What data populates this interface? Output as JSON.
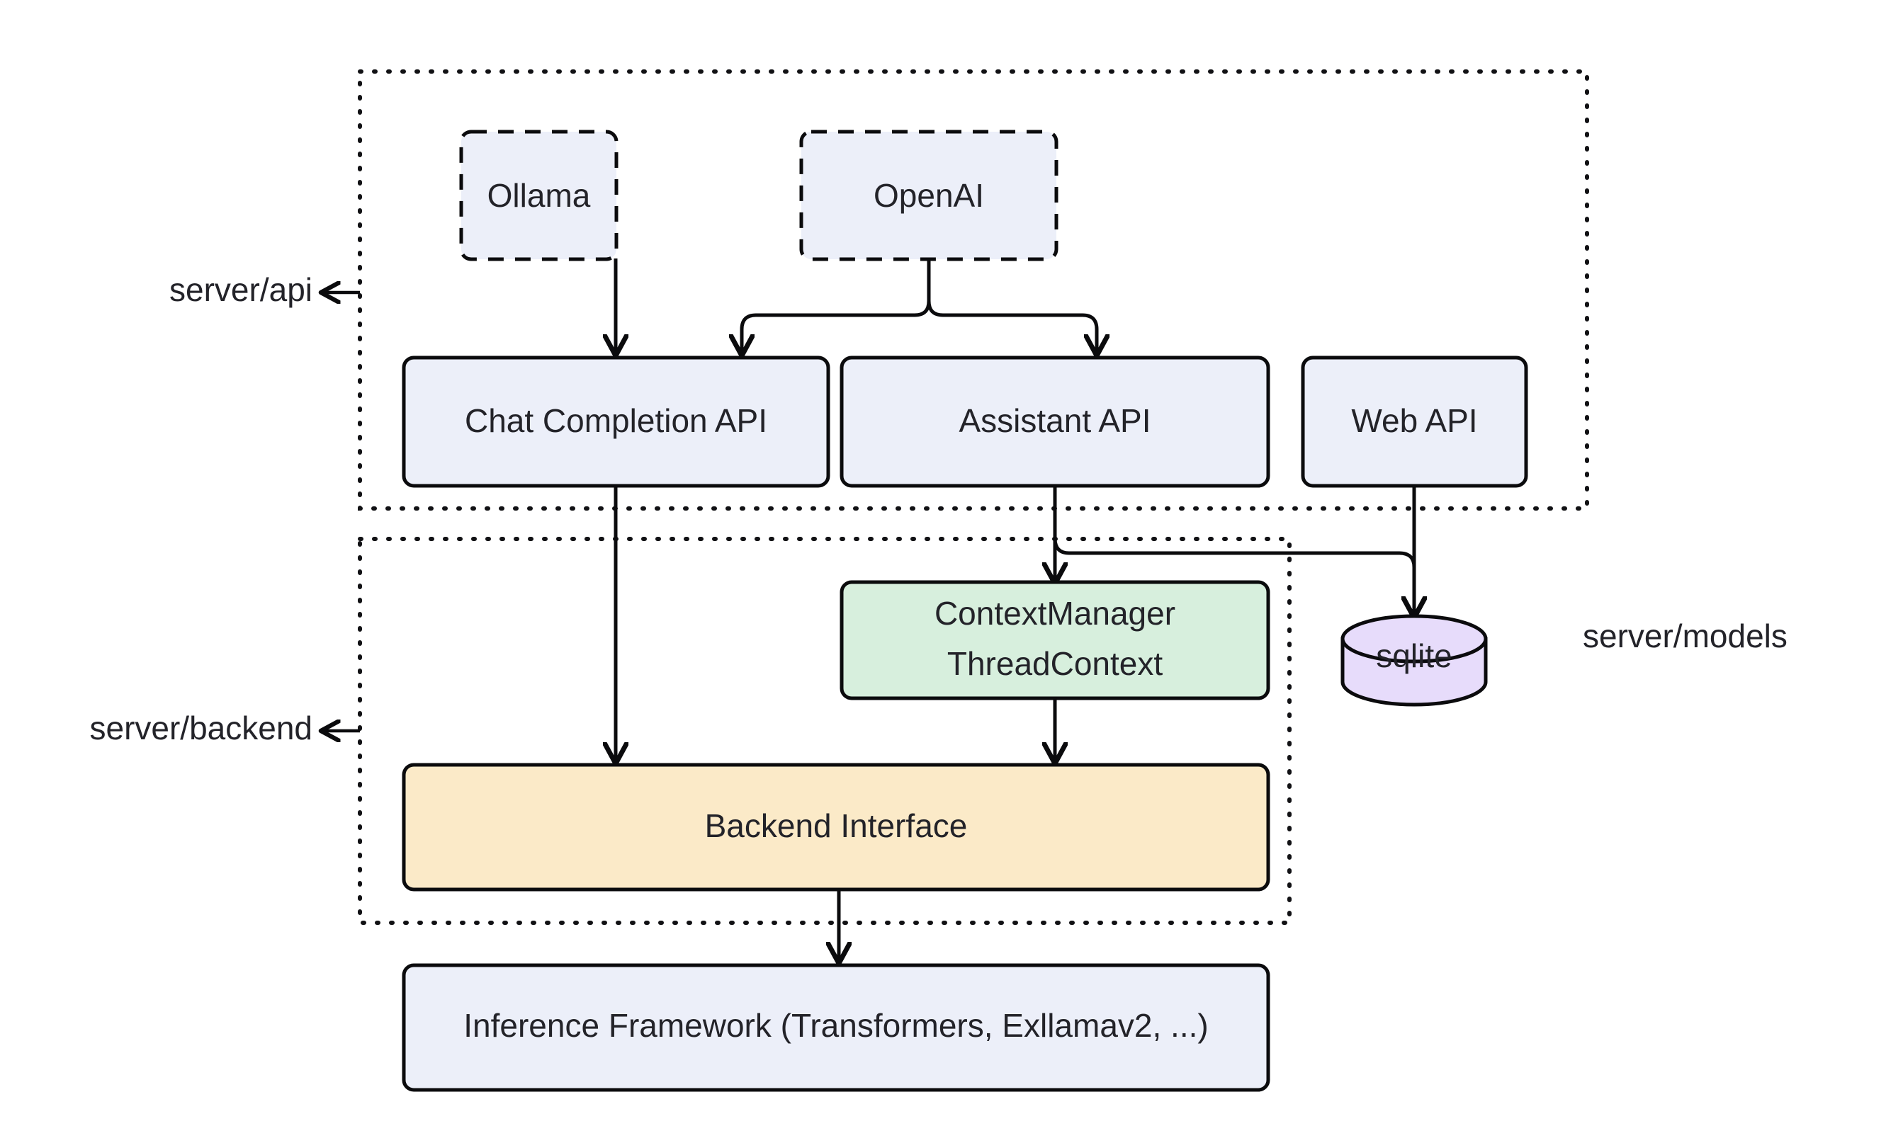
{
  "diagram": {
    "type": "architecture-flowchart",
    "background": "#ffffff",
    "palette": {
      "blue_fill": "#eceff9",
      "green_fill": "#d7efdd",
      "yellow_fill": "#fbeac8",
      "purple_fill": "#e7dcfb",
      "stroke": "#0b0b0d",
      "text": "#232329"
    },
    "groups": [
      {
        "id": "api",
        "label": "server/api",
        "label_side": "left",
        "border": "dotted"
      },
      {
        "id": "backend",
        "label": "server/backend",
        "label_side": "left",
        "border": "dotted"
      },
      {
        "id": "models",
        "label": "server/models",
        "label_side": "right",
        "border": "none"
      }
    ],
    "nodes": [
      {
        "id": "ollama",
        "label": "Ollama",
        "shape": "rounded-rect",
        "border": "dashed",
        "fill": "blue"
      },
      {
        "id": "openai",
        "label": "OpenAI",
        "shape": "rounded-rect",
        "border": "dashed",
        "fill": "blue"
      },
      {
        "id": "chat_api",
        "label": "Chat Completion API",
        "shape": "rounded-rect",
        "border": "solid",
        "fill": "blue"
      },
      {
        "id": "asst_api",
        "label": "Assistant API",
        "shape": "rounded-rect",
        "border": "solid",
        "fill": "blue"
      },
      {
        "id": "web_api",
        "label": "Web API",
        "shape": "rounded-rect",
        "border": "solid",
        "fill": "blue"
      },
      {
        "id": "ctxmgr",
        "label_line1": "ContextManager",
        "label_line2": "ThreadContext",
        "shape": "rounded-rect",
        "border": "solid",
        "fill": "green"
      },
      {
        "id": "sqlite",
        "label": "sqlite",
        "shape": "cylinder",
        "border": "solid",
        "fill": "purple"
      },
      {
        "id": "backend_if",
        "label": "Backend Interface",
        "shape": "rounded-rect",
        "border": "solid",
        "fill": "yellow"
      },
      {
        "id": "inference",
        "label": "Inference Framework (Transformers, Exllamav2, ...)",
        "shape": "rounded-rect",
        "border": "solid",
        "fill": "blue"
      }
    ],
    "edges": [
      {
        "from": "ollama",
        "to": "chat_api",
        "style": "straight",
        "arrow": true
      },
      {
        "from": "openai",
        "to": "chat_api",
        "style": "elbow-left",
        "arrow": true
      },
      {
        "from": "openai",
        "to": "asst_api",
        "style": "elbow-right",
        "arrow": true
      },
      {
        "from": "chat_api",
        "to": "backend_if",
        "style": "straight",
        "arrow": true
      },
      {
        "from": "asst_api",
        "to": "ctxmgr",
        "style": "straight",
        "arrow": true
      },
      {
        "from": "asst_api",
        "to": "sqlite",
        "style": "elbow-right",
        "arrow": true
      },
      {
        "from": "web_api",
        "to": "sqlite",
        "style": "straight",
        "arrow": true
      },
      {
        "from": "ctxmgr",
        "to": "backend_if",
        "style": "straight",
        "arrow": true
      },
      {
        "from": "backend_if",
        "to": "inference",
        "style": "straight",
        "arrow": true
      }
    ]
  }
}
